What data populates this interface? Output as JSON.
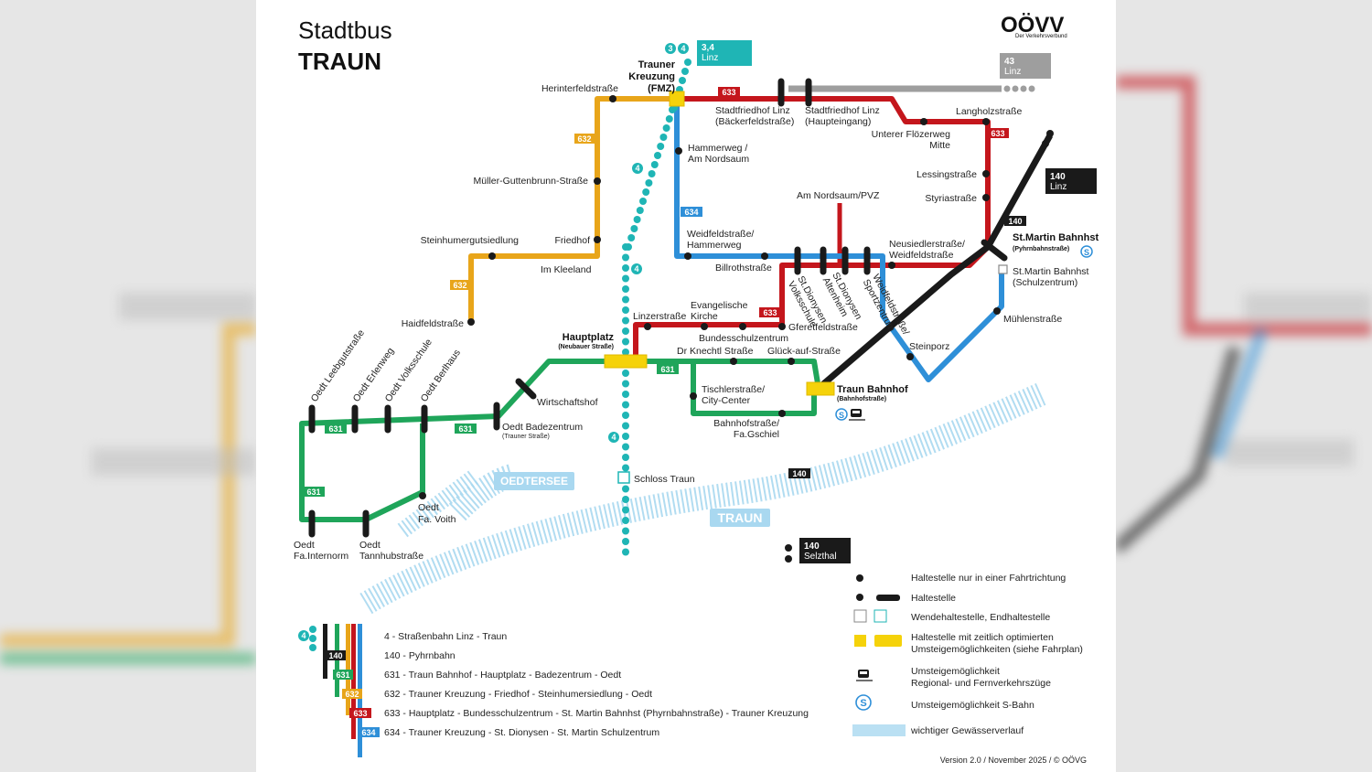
{
  "header": {
    "title_line1": "Stadtbus",
    "title_line2": "TRAUN"
  },
  "brand": {
    "logo_text": "OÖVV",
    "logo_sub": "Der Verkehrsverbund"
  },
  "colors": {
    "tram": "#1fb5b5",
    "line140": "#1a1a1a",
    "line631": "#1fa55a",
    "line632": "#e8a51a",
    "line633": "#c4161c",
    "line634": "#2e8fd8",
    "line43": "#9e9e9e",
    "highlight": "#f5d20a",
    "water": "#a9d8f0"
  },
  "route_boxes": {
    "r34": {
      "num": "3,4",
      "dest": "Linz"
    },
    "r43": {
      "num": "43",
      "dest": "Linz"
    },
    "r140linz": {
      "num": "140",
      "dest": "Linz"
    },
    "r140selz": {
      "num": "140",
      "dest": "Selzthal"
    }
  },
  "route_tags": {
    "t632": "632",
    "t633": "633",
    "t634": "634",
    "t631": "631",
    "t140": "140",
    "t4": "4",
    "t3": "3"
  },
  "water": {
    "oedtersee": "OEDTERSEE",
    "traun": "TRAUN"
  },
  "stops": {
    "trauner_kreuzung": [
      "Trauner",
      "Kreuzung",
      "(FMZ)"
    ],
    "herinterfeld": "Herinterfeldstraße",
    "mueller": "Müller-Guttenbrunn-Straße",
    "steinhumer": "Steinhumergutsiedlung",
    "friedhof": "Friedhof",
    "kleeland": "Im Kleeland",
    "haidfeld": "Haidfeldstraße",
    "wirtschaftshof": "Wirtschaftshof",
    "hauptplatz": "Hauptplatz",
    "hauptplatz_sub": "(Neubauer Straße)",
    "badezentrum": "Oedt Badezentrum",
    "badezentrum_sub": "(Trauner Straße)",
    "leebgut": "Oedt Leebgutstraße",
    "erlenweg": "Oedt Erlenweg",
    "volksschule": "Oedt Volksschule",
    "berlhaus": "Oedt Berlhaus",
    "voith": [
      "Oedt",
      "Fa. Voith"
    ],
    "internorm": [
      "Oedt",
      "Fa.Internorm"
    ],
    "tannhub": [
      "Oedt",
      "Tannhubstraße"
    ],
    "schloss": "Schloss Traun",
    "hammerweg": [
      "Hammerweg /",
      "Am Nordsaum"
    ],
    "weidfeld_hammer": [
      "Weidfeldstraße/",
      "Hammerweg"
    ],
    "billroth": "Billrothstraße",
    "sf_baecker": [
      "Stadtfriedhof Linz",
      "(Bäckerfeldstraße)"
    ],
    "sf_haupt": [
      "Stadtfriedhof Linz",
      "(Haupteingang)"
    ],
    "floezer": [
      "Unterer Flözerweg",
      "Mitte"
    ],
    "langholz": "Langholzstraße",
    "lessing": "Lessingstraße",
    "styria": "Styriastraße",
    "nordsaum_pvz": "Am Nordsaum/PVZ",
    "neusiedler": [
      "Neusiedlerstraße/",
      "Weidfeldstraße"
    ],
    "stmartin": "St.Martin Bahnhst",
    "stmartin_sub": "(Pyhrnbahnstraße)",
    "stmartin_schul": [
      "St.Martin Bahnhst",
      "(Schulzentrum)"
    ],
    "muehlen": "Mühlenstraße",
    "steinporz": "Steinporz",
    "dionysen_vs": [
      "St.Dionysen",
      "Volksschule"
    ],
    "dionysen_alt": [
      "St.Dionysen",
      "Altenheim"
    ],
    "weidfeld_sport": [
      "Weidfeldstraße/",
      "Sportzentrum"
    ],
    "linzer": "Linzerstraße",
    "ev_kirche": [
      "Evangelische",
      "Kirche"
    ],
    "bschulz": "Bundesschulzentrum",
    "gferet": "Gferetfeldstraße",
    "knechtl": "Dr Knechtl Straße",
    "glueck": "Glück-auf-Straße",
    "tischler": [
      "Tischlerstraße/",
      "City-Center"
    ],
    "bahnhofstr": [
      "Bahnhofstraße/",
      "Fa.Gschiel"
    ],
    "traun_bhf": "Traun Bahnhof",
    "traun_bhf_sub": "(Bahnhofstraße)"
  },
  "legend_lines": [
    "4 - Straßenbahn Linz - Traun",
    "140 - Pyhrnbahn",
    "631 - Traun Bahnhof - Hauptplatz - Badezentrum - Oedt",
    "632 - Trauner Kreuzung - Friedhof - Steinhumersiedlung - Oedt",
    "633 - Hauptplatz - Bundesschulzentrum - St. Martin Bahnhst (Phyrnbahnstraße) - Trauner Kreuzung",
    "634 - Trauner Kreuzung - St. Dionysen - St. Martin Schulzentrum"
  ],
  "legend_symbols": [
    "Haltestelle nur in einer Fahrtrichtung",
    "Haltestelle",
    "Wendehaltestelle, Endhaltestelle",
    [
      "Haltestelle mit zeitlich optimierten",
      "Umsteigemöglichkeiten (siehe Fahrplan)"
    ],
    [
      "Umsteigemöglichkeit",
      "Regional- und Fernverkehrszüge"
    ],
    "Umsteigemöglichkeit S-Bahn",
    "wichtiger Gewässerverlauf"
  ],
  "version": "Version 2.0 / November 2025 / © OÖVG"
}
